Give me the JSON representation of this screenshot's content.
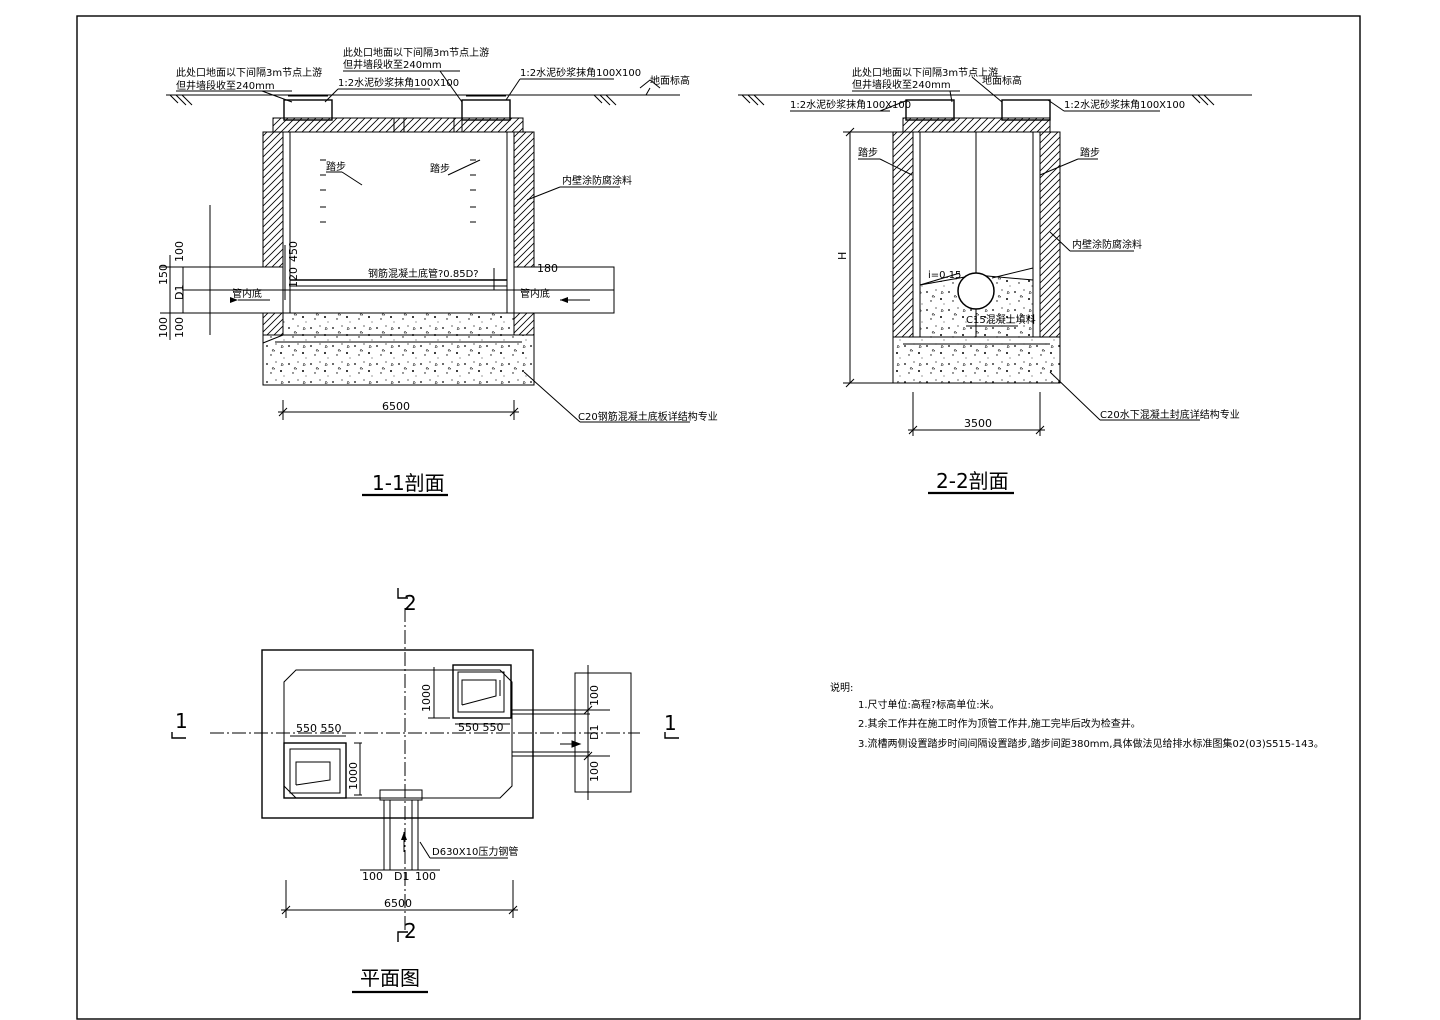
{
  "section_1_1": {
    "title": "1-1剖面",
    "cover_note_a": "此处口地面以下间隔3m节点上游",
    "cover_note_b": "但井墙段收至240mm",
    "mortar_note": "1:2水泥砂浆抹角100X100",
    "ground_label": "地面标高",
    "step_left": "踏步",
    "step_right": "踏步",
    "inner_note": "内壁涂防腐涂料",
    "dim_100_top": "100",
    "dim_150": "150",
    "dim_d1": "D1",
    "dim_100_bottom": "100",
    "dim_100_left": "100",
    "dim_100_right": "100",
    "dim_120": "120",
    "dim_450": "450",
    "dim_180": "180",
    "pipe_note": "钢筋混凝土底管?0.85D?",
    "flow_left": "管内底",
    "flow_right": "管内底",
    "width": "6500",
    "base_note": "C20钢筋混凝土底板详结构专业"
  },
  "section_2_2": {
    "title": "2-2剖面",
    "cover_note_a": "此处口地面以下间隔3m节点上游",
    "cover_note_b": "但井墙段收至240mm",
    "mortar_left": "1:2水泥砂浆抹角100X100",
    "mortar_right": "1:2水泥砂浆抹角100X100",
    "ground_label": "地面标高",
    "step_left": "踏步",
    "step_right": "踏步",
    "height": "H",
    "inner_note": "内壁涂防腐涂料",
    "slope": "i=0.15",
    "fill_note": "C15混凝土填料",
    "width": "3500",
    "base_note": "C20水下混凝土封底详结构专业"
  },
  "plan": {
    "title": "平面图",
    "cut_2_top": "2",
    "cut_2_bottom": "2",
    "cut_1_left": "1",
    "cut_1_right": "1",
    "dim_1000_upper": "1000",
    "dim_1000_lower": "1000",
    "dim_550_upper": "550 550",
    "dim_550_lower": "550 550",
    "dim_100_right_top": "100",
    "dim_d1_right": "D1",
    "dim_100_right_bottom": "100",
    "dim_100_bottom_left": "100",
    "dim_d1_bottom": "D1",
    "dim_100_bottom_right": "100",
    "pipe_note": "D630X10压力钢管",
    "width": "6500"
  },
  "notes": {
    "heading": "说明:",
    "items": [
      "1.尺寸单位:高程?标高单位:米。",
      "2.其余工作井在施工时作为顶管工作井,施工完毕后改为检查井。",
      "3.流槽两侧设置踏步时间间隔设置踏步,踏步间距380mm,具体做法见给排水标准图集02(03)S515-143。"
    ]
  }
}
